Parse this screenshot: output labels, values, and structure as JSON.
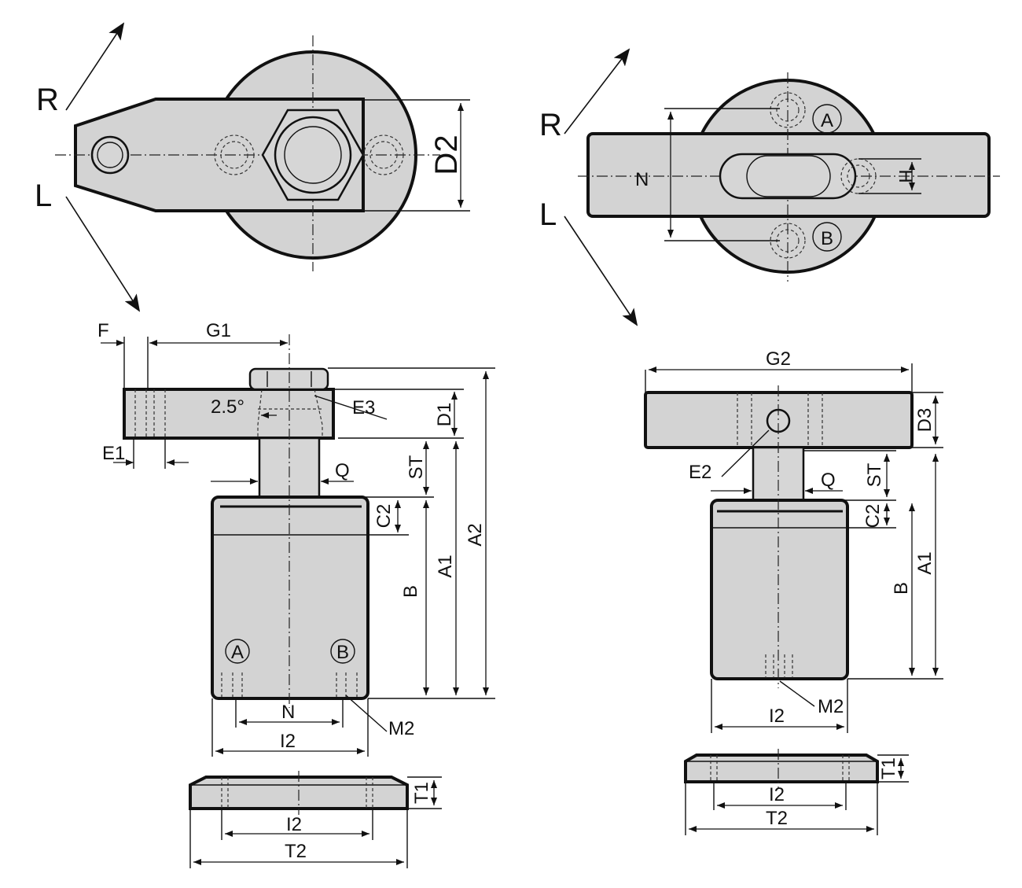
{
  "labels": {
    "R": "R",
    "L": "L",
    "D2": "D2",
    "N": "N",
    "H": "H",
    "A": "A",
    "B": "B",
    "F": "F",
    "G1": "G1",
    "G2": "G2",
    "E1": "E1",
    "E2": "E2",
    "E3": "E3",
    "D1": "D1",
    "D3": "D3",
    "angle": "2.5°",
    "ST": "ST",
    "Q": "Q",
    "C2": "C2",
    "Bdim": "B",
    "A1": "A1",
    "A2": "A2",
    "M2": "M2",
    "I2": "I2",
    "T1": "T1",
    "T2": "T2"
  }
}
